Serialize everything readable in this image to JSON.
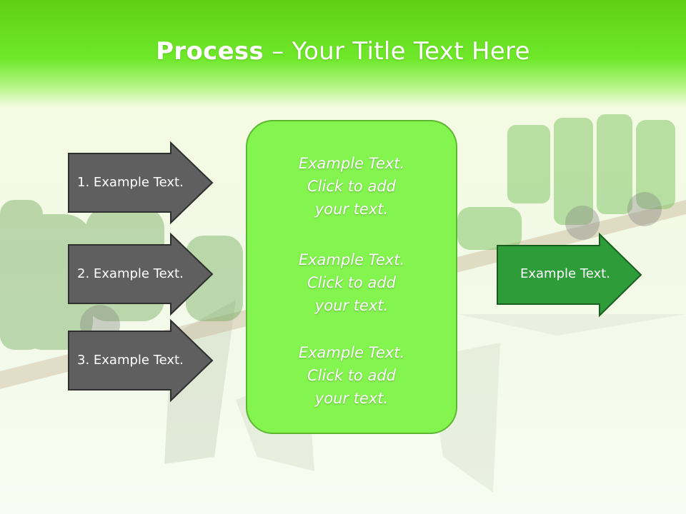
{
  "slide": {
    "title_bold": "Process",
    "title_rest": " – Your Title Text Here"
  },
  "left_arrows": [
    {
      "label": "1. Example Text."
    },
    {
      "label": "2. Example Text."
    },
    {
      "label": "3. Example Text."
    }
  ],
  "center_box": {
    "blocks": [
      {
        "line1": "Example Text.",
        "line2": "Click  to add",
        "line3": "your text."
      },
      {
        "line1": "Example Text.",
        "line2": "Click  to add",
        "line3": "your text."
      },
      {
        "line1": "Example Text.",
        "line2": "Click  to add",
        "line3": "your text."
      }
    ]
  },
  "right_arrow": {
    "label": "Example Text."
  },
  "colors": {
    "header_green": "#6fe82a",
    "arrow_dark": "#5f5f5f",
    "center_fill": "#84f44f",
    "right_arrow_fill": "#2f9c3a"
  }
}
